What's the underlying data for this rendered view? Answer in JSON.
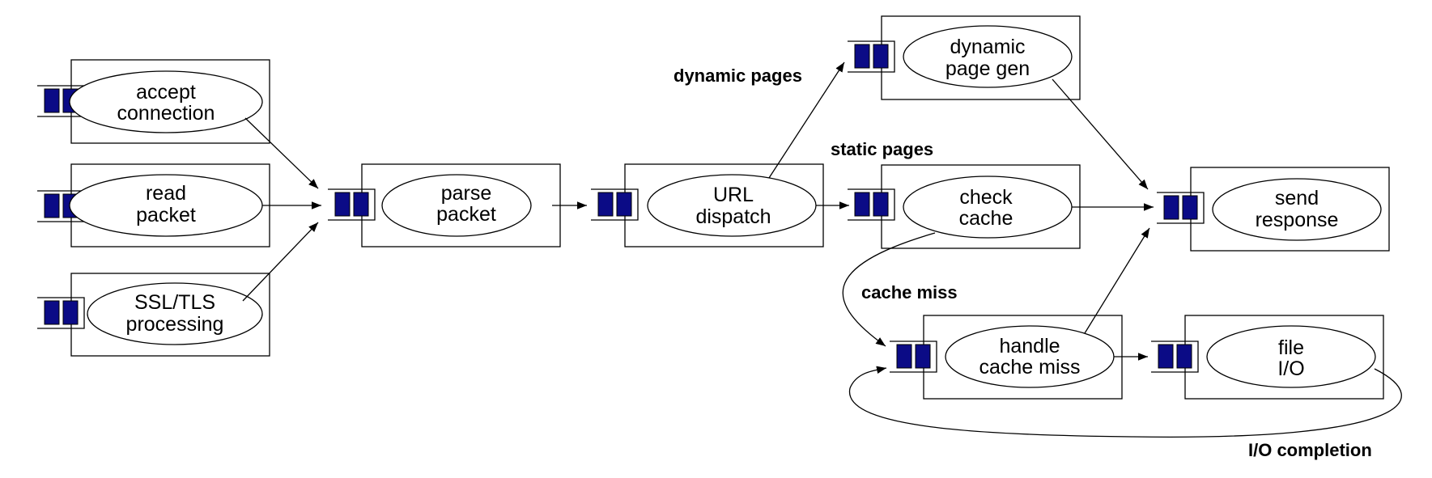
{
  "stages": [
    {
      "id": "accept-connection",
      "lines": [
        "accept",
        "connection"
      ]
    },
    {
      "id": "read-packet",
      "lines": [
        "read",
        "packet"
      ]
    },
    {
      "id": "ssl-tls-processing",
      "lines": [
        "SSL/TLS",
        "processing"
      ]
    },
    {
      "id": "parse-packet",
      "lines": [
        "parse",
        "packet"
      ]
    },
    {
      "id": "url-dispatch",
      "lines": [
        "URL",
        "dispatch"
      ]
    },
    {
      "id": "dynamic-page-gen",
      "lines": [
        "dynamic",
        "page gen"
      ]
    },
    {
      "id": "check-cache",
      "lines": [
        "check",
        "cache"
      ]
    },
    {
      "id": "send-response",
      "lines": [
        "send",
        "response"
      ]
    },
    {
      "id": "handle-cache-miss",
      "lines": [
        "handle",
        "cache miss"
      ]
    },
    {
      "id": "file-io",
      "lines": [
        "file",
        "I/O"
      ]
    }
  ],
  "edge_labels": {
    "dynamic_pages": "dynamic pages",
    "static_pages": "static pages",
    "cache_miss": "cache miss",
    "io_completion": "I/O completion"
  },
  "colors": {
    "queue_fill": "#0b0b86",
    "stroke": "#000000",
    "background": "#ffffff"
  }
}
